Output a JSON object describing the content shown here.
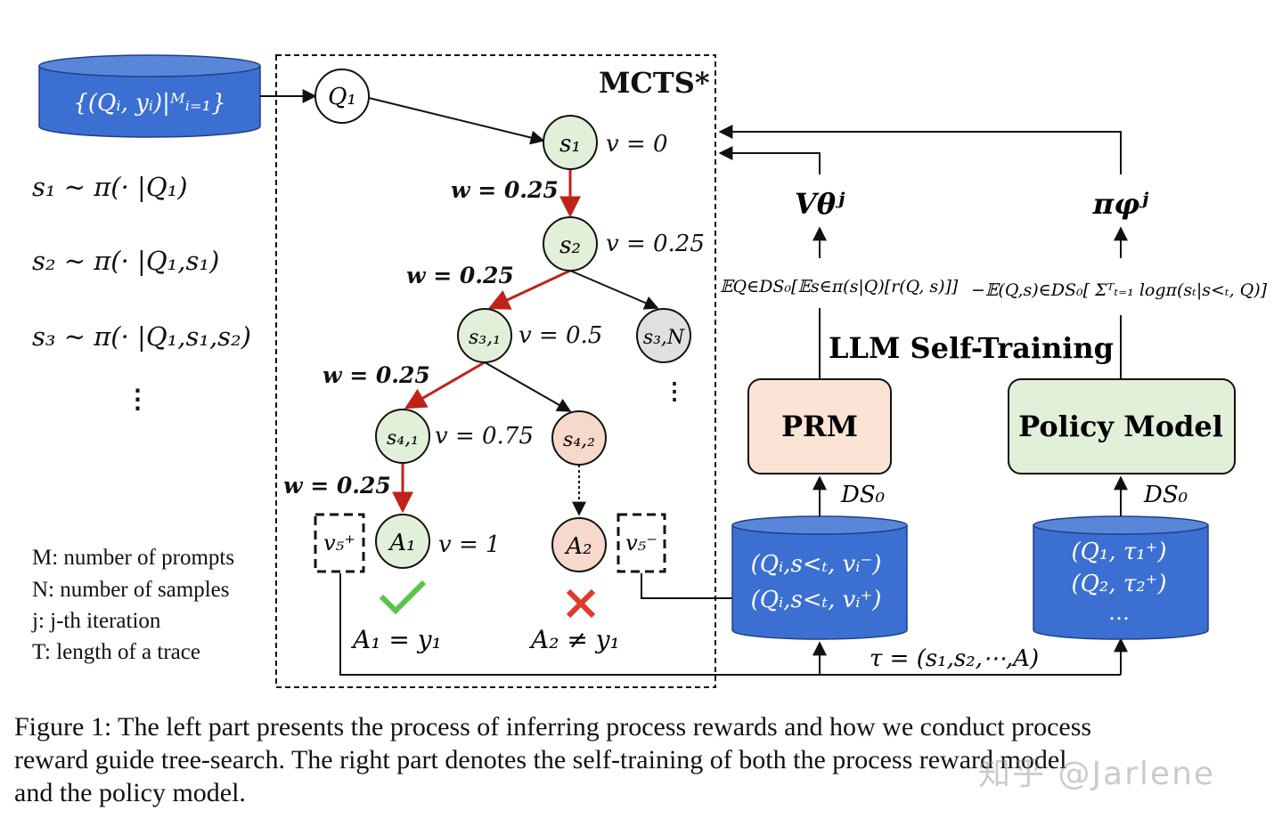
{
  "dataset": {
    "label": "{(Qᵢ, yᵢ)|ᴹᵢ₌₁}"
  },
  "sampling": {
    "lines": [
      "s₁ ∼ π(· |Q₁)",
      "s₂ ∼ π(· |Q₁,s₁)",
      "s₃ ∼ π(· |Q₁,s₁,s₂)",
      "⋮"
    ]
  },
  "legend": {
    "items": [
      "M: number of prompts",
      "N: number of samples",
      "j: j-th iteration",
      "T: length of a trace"
    ]
  },
  "mcts": {
    "title": "MCTS*",
    "nodes": {
      "q1": "Q₁",
      "s1": "s₁",
      "s2": "s₂",
      "s31": "s₃,₁",
      "s3n": "s₃,N",
      "s41": "s₄,₁",
      "s42": "s₄,₂",
      "a1": "A₁",
      "a2": "A₂"
    },
    "values": {
      "s1": "v = 0",
      "s2": "v = 0.25",
      "s31": "v = 0.5",
      "s41": "v = 0.75",
      "a1": "v = 1"
    },
    "weights": [
      "w = 0.25",
      "w = 0.25",
      "w = 0.25",
      "w = 0.25"
    ],
    "dots": "⋮",
    "v_plus": "v₅⁺",
    "v_minus": "v₅⁻",
    "a1_eq": "A₁ = y₁",
    "a2_neq": "A₂ ≠ y₁"
  },
  "training": {
    "title": "LLM Self-Training",
    "prm_label": "PRM",
    "policy_label": "Policy Model",
    "v_theta": "Vθʲ",
    "pi_phi": "πφʲ",
    "prm_objective": "𝔼Q∈DS₀[𝔼s∈π(s|Q)[r(Q, s)]]",
    "policy_objective": "−𝔼(Q,s)∈DS₀[ Σᵀₜ₌₁ logπ(sₜ|s<ₜ, Q)]",
    "d_s0": "DS₀",
    "prm_data": [
      "(Qᵢ,s<ₜ, vᵢ⁻)",
      "(Qᵢ,s<ₜ, vᵢ⁺)"
    ],
    "policy_data": [
      "(Q₁, τ₁⁺)",
      "(Q₂, τ₂⁺)",
      "…"
    ],
    "tau": "τ = (s₁,s₂,⋯,A)"
  },
  "caption": [
    "Figure 1: The left part presents the process of inferring process rewards and how we conduct process",
    "reward guide tree-search. The right part denotes the self-training of both the process reward model",
    "and the policy model."
  ],
  "watermark": "知乎 @Jarlene",
  "colors": {
    "blue_db": "#3b6fd1",
    "green_node": "#e2efd9",
    "gray_node": "#e0e0e0",
    "pink_node": "#f7d9cc",
    "prm_box": "#fbe4d6",
    "policy_box": "#e2efd9",
    "red_edge": "#c0221a",
    "check": "#5cc24a",
    "cross": "#e03a2c"
  }
}
